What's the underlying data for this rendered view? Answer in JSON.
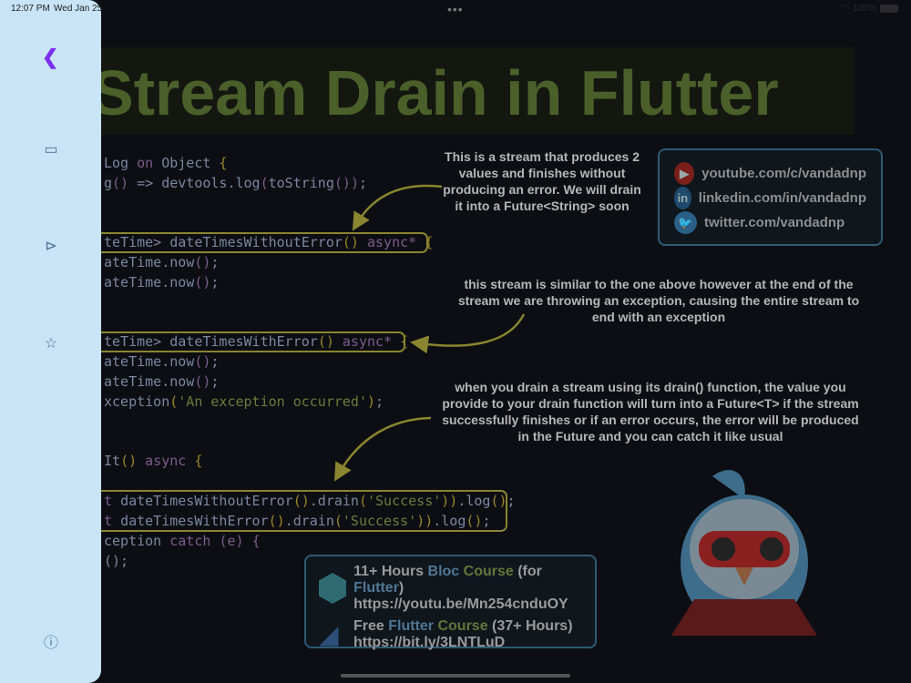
{
  "status_bar": {
    "time": "12:07 PM",
    "date": "Wed Jan 25",
    "battery": "100%"
  },
  "slide": {
    "title": "Stream Drain in Flutter",
    "code_lines": [
      [
        [
          "Log ",
          "pl"
        ],
        [
          "on ",
          "kw"
        ],
        [
          "Object ",
          "pl"
        ],
        [
          "{",
          "br"
        ]
      ],
      [
        [
          "g",
          "pl"
        ],
        [
          "()",
          "kw"
        ],
        [
          " => devtools.log",
          "pl"
        ],
        [
          "(",
          "kw"
        ],
        [
          "toString",
          "pl"
        ],
        [
          "()",
          "kw"
        ],
        [
          ")",
          "kw"
        ],
        [
          ";",
          "pl"
        ]
      ],
      [
        [
          "teTime> dateTimesWithoutError",
          "pl"
        ],
        [
          "()",
          "br"
        ],
        [
          " async* ",
          "kw"
        ],
        [
          "{",
          "br"
        ]
      ],
      [
        [
          "ateTime.now",
          "pl"
        ],
        [
          "()",
          "kw"
        ],
        [
          ";",
          "pl"
        ]
      ],
      [
        [
          "ateTime.now",
          "pl"
        ],
        [
          "()",
          "kw"
        ],
        [
          ";",
          "pl"
        ]
      ],
      [
        [
          "teTime> dateTimesWithError",
          "pl"
        ],
        [
          "()",
          "br"
        ],
        [
          " async* ",
          "kw"
        ],
        [
          "{",
          "br"
        ]
      ],
      [
        [
          "ateTime.now",
          "pl"
        ],
        [
          "()",
          "kw"
        ],
        [
          ";",
          "pl"
        ]
      ],
      [
        [
          "ateTime.now",
          "pl"
        ],
        [
          "()",
          "kw"
        ],
        [
          ";",
          "pl"
        ]
      ],
      [
        [
          "xception",
          "pl"
        ],
        [
          "(",
          "br"
        ],
        [
          "'An exception occurred'",
          "st"
        ],
        [
          ")",
          "br"
        ],
        [
          ";",
          "pl"
        ]
      ],
      [
        [
          "It",
          "pl"
        ],
        [
          "()",
          "br"
        ],
        [
          " async ",
          "kw"
        ],
        [
          "{",
          "br"
        ]
      ],
      [
        [
          "t ",
          "kw"
        ],
        [
          "dateTimesWithoutError",
          "pl"
        ],
        [
          "()",
          "br"
        ],
        [
          ".drain",
          "pl"
        ],
        [
          "(",
          "br"
        ],
        [
          "'Success'",
          "st"
        ],
        [
          "))",
          "br"
        ],
        [
          ".log",
          "pl"
        ],
        [
          "()",
          "br"
        ],
        [
          ";",
          "pl"
        ]
      ],
      [
        [
          "t ",
          "kw"
        ],
        [
          "dateTimesWithError",
          "pl"
        ],
        [
          "()",
          "br"
        ],
        [
          ".drain",
          "pl"
        ],
        [
          "(",
          "br"
        ],
        [
          "'Success'",
          "st"
        ],
        [
          "))",
          "br"
        ],
        [
          ".log",
          "pl"
        ],
        [
          "()",
          "br"
        ],
        [
          ";",
          "pl"
        ]
      ],
      [
        [
          "ception ",
          "pl"
        ],
        [
          "catch ",
          "kw"
        ],
        [
          "(e) ",
          "kw"
        ],
        [
          "{",
          "kw"
        ]
      ],
      [
        [
          "();",
          "pl"
        ]
      ]
    ],
    "notes": [
      "This is a stream that produces 2 values and finishes without producing an error. We will drain it into a Future<String> soon",
      "this stream is similar to the one above however at the end of the stream we are throwing an exception, causing the entire stream to end with an exception",
      "when you drain a stream using its drain() function, the value you provide to your drain function will turn into a Future<T> if the stream successfully finishes or if an error occurs, the error will be produced in the Future and you can catch it like usual"
    ],
    "socials": [
      {
        "icon": "youtube-icon",
        "glyph": "▶",
        "color": "#7a1f1a",
        "label": "youtube.com/c/vandadnp"
      },
      {
        "icon": "linkedin-icon",
        "glyph": "in",
        "color": "#1f4a6e",
        "label": "linkedin.com/in/vandadnp"
      },
      {
        "icon": "twitter-icon",
        "glyph": "🐦",
        "color": "#2a5f86",
        "label": "twitter.com/vandadnp"
      }
    ],
    "courses": {
      "c1_a": "11+ Hours ",
      "c1_b": "Bloc",
      "c1_c": " Course",
      "c1_d": " (for ",
      "c1_e": "Flutter",
      "c1_f": ")",
      "c1_url": "https://youtu.be/Mn254cnduOY",
      "c2_a": "Free ",
      "c2_b": "Flutter",
      "c2_c": " Course",
      "c2_d": " (37+ Hours)",
      "c2_url": "https://bit.ly/3LNTLuD"
    }
  }
}
